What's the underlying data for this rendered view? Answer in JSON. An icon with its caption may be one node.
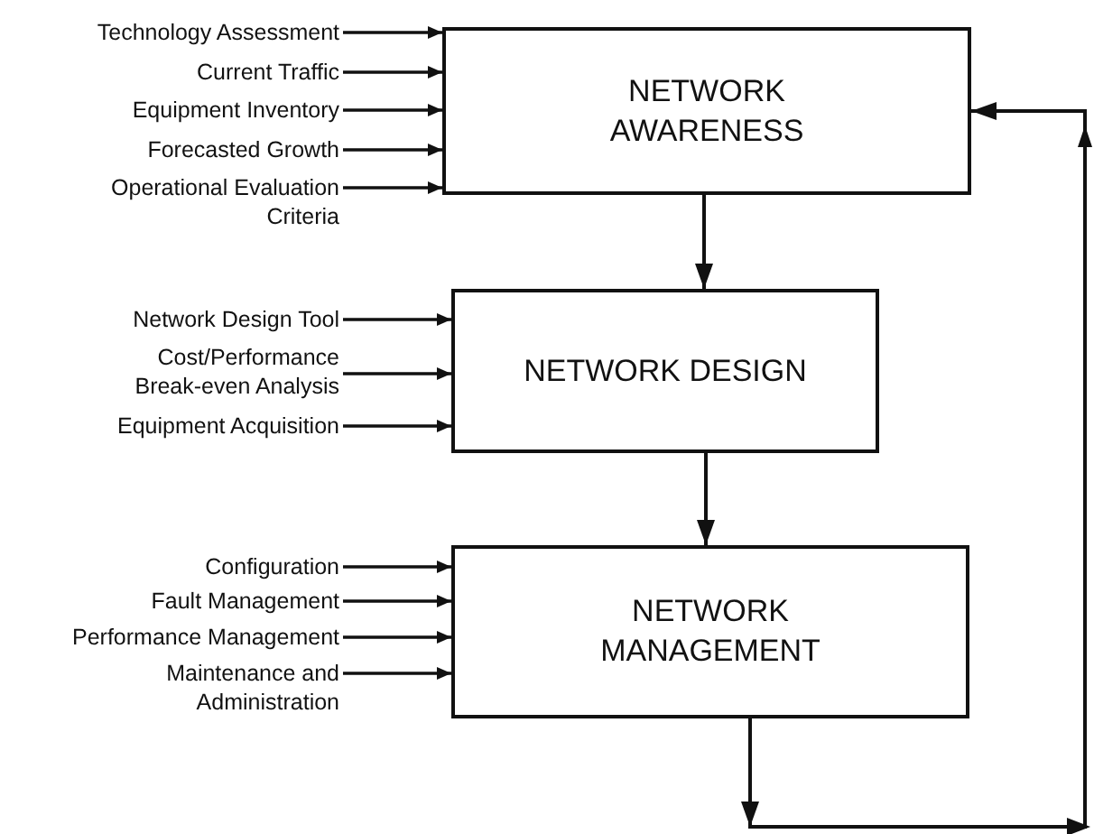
{
  "diagram": {
    "nodes": [
      {
        "text": [
          "Technology Assessment"
        ]
      },
      {
        "text": [
          "Current Traffic"
        ]
      },
      {
        "text": [
          "Equipment Inventory"
        ]
      },
      {
        "text": [
          "Forecasted Growth"
        ]
      },
      {
        "text": [
          "Operational Evaluation Criteria"
        ]
      },
      {
        "text": [
          "NETWORK AWARENESS"
        ]
      },
      {
        "text": [
          "Network Design Tool"
        ]
      },
      {
        "text": [
          "Cost/Performance Break-even Analysis"
        ]
      },
      {
        "text": [
          "Equipment Acquisition"
        ]
      },
      {
        "text": [
          "NETWORK DESIGN"
        ]
      },
      {
        "text": [
          "Configuration"
        ]
      },
      {
        "text": [
          "Fault Management"
        ]
      },
      {
        "text": [
          "Performance Management"
        ]
      },
      {
        "text": [
          "Maintenance and Administration"
        ]
      },
      {
        "text": [
          "NETWORK MANAGEMENT"
        ]
      }
    ],
    "edges": [
      {
        "from": 0,
        "to": 5,
        "arrow": "to"
      },
      {
        "from": 1,
        "to": 5,
        "arrow": "to"
      },
      {
        "from": 2,
        "to": 5,
        "arrow": "to"
      },
      {
        "from": 3,
        "to": 5,
        "arrow": "to"
      },
      {
        "from": 4,
        "to": 5,
        "arrow": "to"
      },
      {
        "from": 6,
        "to": 9,
        "arrow": "to"
      },
      {
        "from": 7,
        "to": 9,
        "arrow": "to"
      },
      {
        "from": 8,
        "to": 9,
        "arrow": "to"
      },
      {
        "from": 10,
        "to": 14,
        "arrow": "to"
      },
      {
        "from": 11,
        "to": 14,
        "arrow": "to"
      },
      {
        "from": 12,
        "to": 14,
        "arrow": "to"
      },
      {
        "from": 13,
        "to": 14,
        "arrow": "to"
      },
      {
        "from": 5,
        "to": 9,
        "arrow": "to"
      },
      {
        "from": 9,
        "to": 14,
        "arrow": "to"
      },
      {
        "from": 14,
        "to": 5,
        "arrow": "to"
      }
    ]
  }
}
